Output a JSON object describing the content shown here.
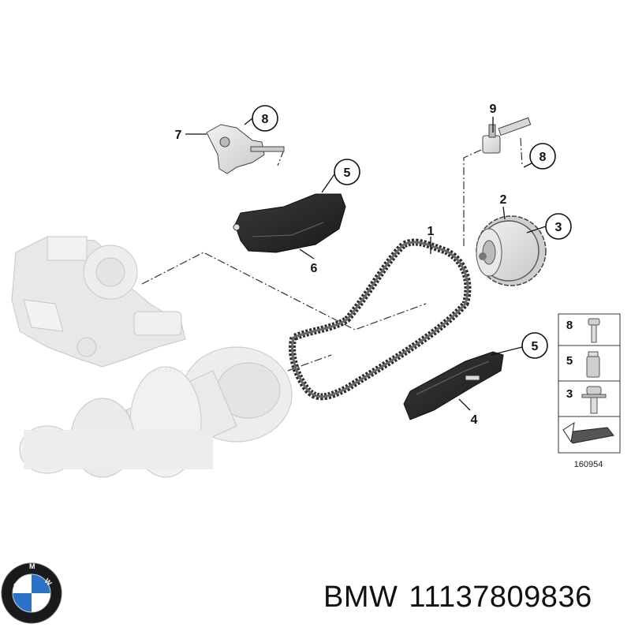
{
  "callouts": {
    "c1": "1",
    "c2": "2",
    "c3": "3",
    "c4": "4",
    "c5_top": "5",
    "c5_bottom": "5",
    "c6": "6",
    "c7": "7",
    "c8_left": "8",
    "c8_right": "8",
    "c9": "9"
  },
  "legend": {
    "rows": [
      "8",
      "5",
      "3"
    ],
    "diagram_number": "160954"
  },
  "footer": {
    "brand": "BMW",
    "part_number": "11137809836"
  },
  "logo": {
    "name": "bmw-logo",
    "text": "BMW",
    "colors": {
      "blue": "#2a73c9",
      "white": "#ffffff",
      "ring": "#1a1a1a"
    }
  }
}
